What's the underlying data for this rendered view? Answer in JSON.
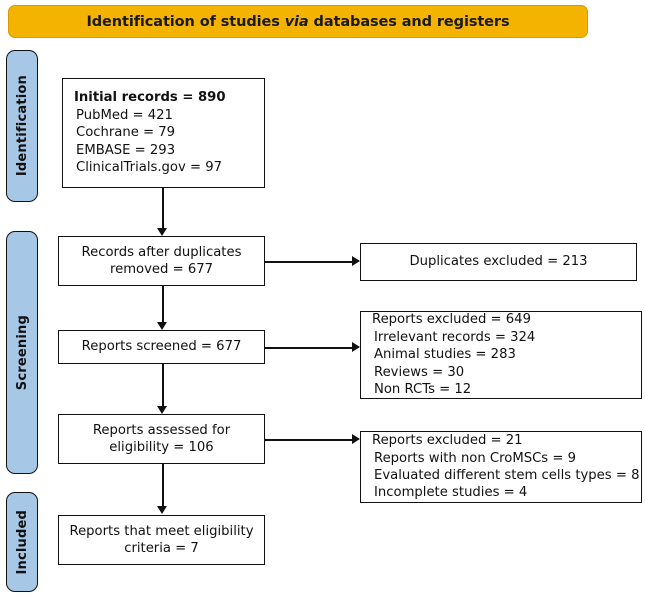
{
  "banner": {
    "text_before": "Identification of studies ",
    "text_italic": "via",
    "text_after": " databases and registers"
  },
  "stages": [
    {
      "id": "identification",
      "label": "Identification"
    },
    {
      "id": "screening",
      "label": "Screening"
    },
    {
      "id": "included",
      "label": "Included"
    }
  ],
  "boxes": {
    "initial_records": {
      "title": "Initial records = 890",
      "items": [
        "PubMed = 421",
        "Cochrane = 79",
        "EMBASE = 293",
        "ClinicalTrials.gov = 97"
      ]
    },
    "after_duplicates": {
      "line1": "Records after duplicates",
      "line2": "removed = 677"
    },
    "duplicates_excluded": {
      "text": "Duplicates excluded = 213"
    },
    "reports_screened": {
      "text": "Reports screened = 677"
    },
    "excluded_649": {
      "title": "Reports excluded = 649",
      "items": [
        "Irrelevant records = 324",
        "Animal studies = 283",
        "Reviews = 30",
        "Non RCTs = 12"
      ]
    },
    "reports_assessed": {
      "line1": "Reports assessed for",
      "line2": "eligibility = 106"
    },
    "excluded_21": {
      "title": "Reports excluded = 21",
      "items": [
        "Reports with non CroMSCs = 9",
        "Evaluated different stem cells types = 8",
        "Incomplete studies = 4"
      ]
    },
    "meet_criteria": {
      "line1": "Reports that meet eligibility",
      "line2": "criteria = 7"
    }
  },
  "colors": {
    "banner_fill": "#F5B301",
    "banner_border": "#D99A00",
    "stage_fill": "#A7C7E7",
    "stroke": "#111111",
    "box_fill": "#FFFFFF"
  }
}
